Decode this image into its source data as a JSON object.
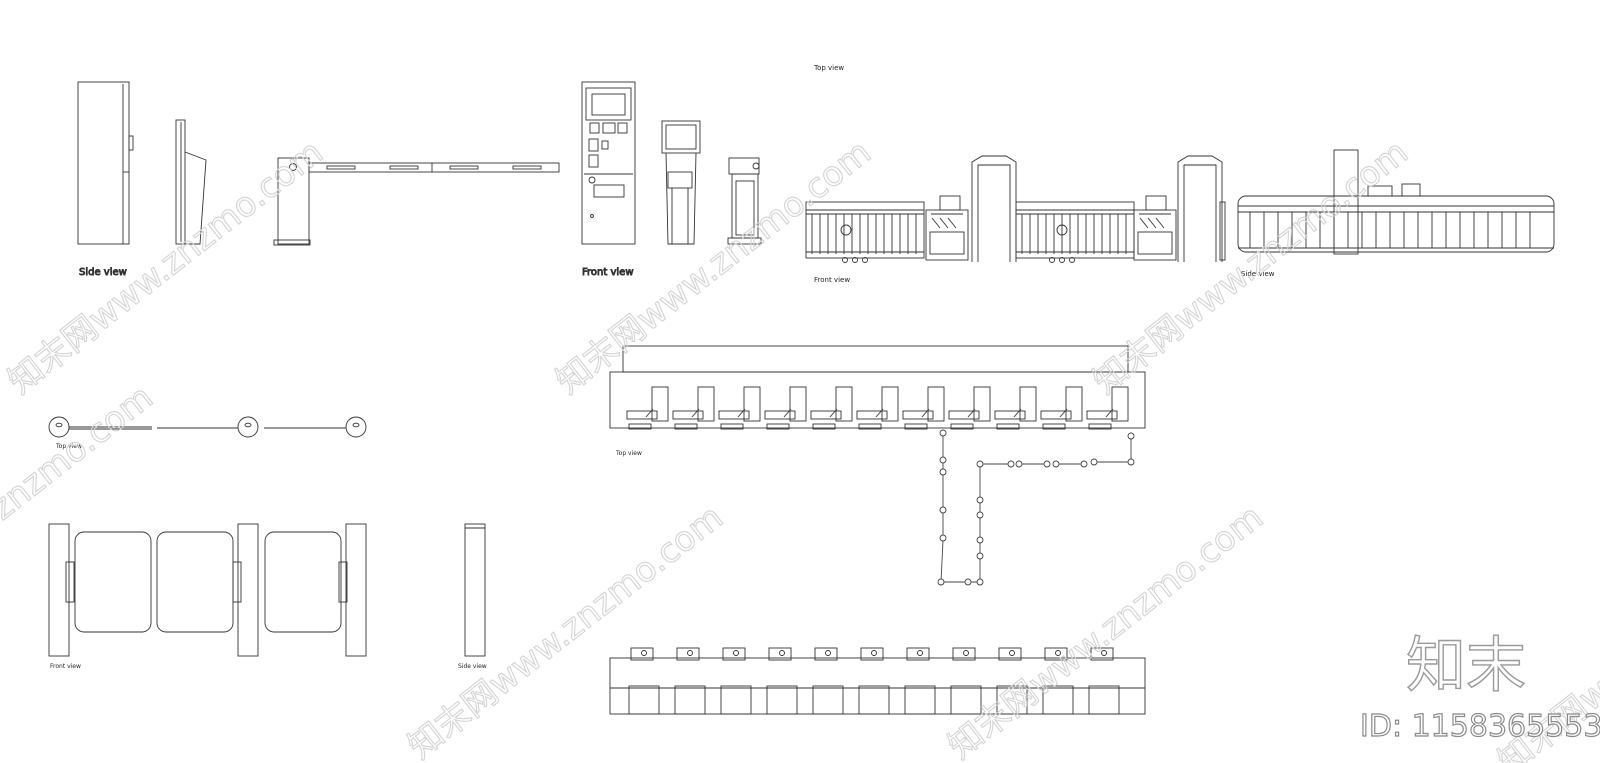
{
  "labels": {
    "gate_side_view": "Side view",
    "kiosk_front_view": "Front view",
    "security_top_view": "Top view",
    "security_front_view": "Front view",
    "security_side_view": "Side view",
    "barrier_top_view": "Top view",
    "counter_top_view": "Top view",
    "swing_front_view": "Front view",
    "swing_side_view": "Side view"
  },
  "watermark": {
    "logo": "知末",
    "id_text": "ID: 1158365553",
    "pattern_text": "知末网www.znzmo.com"
  },
  "counter": {
    "stations": 11
  }
}
